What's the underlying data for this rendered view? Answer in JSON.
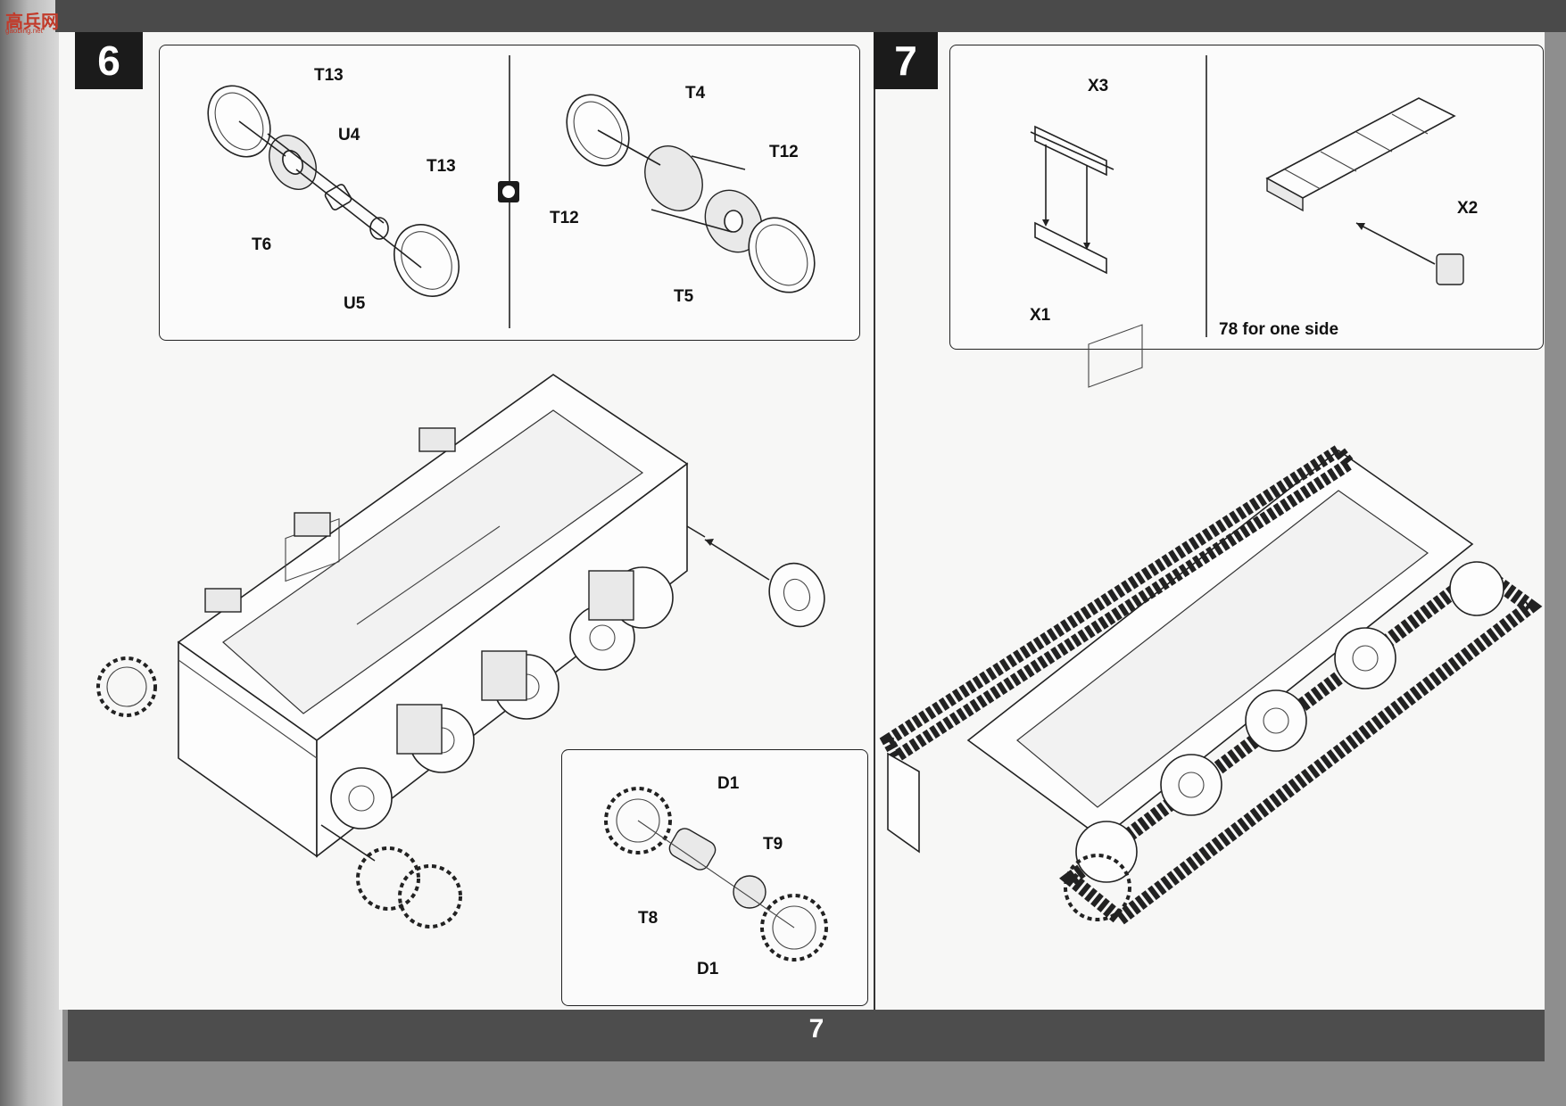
{
  "watermark": {
    "logo_text": "高兵网",
    "logo_sub": "gaobing.net"
  },
  "page_number": "7",
  "steps": [
    {
      "number": "6",
      "top_panel_labels": {
        "t13_a": "T13",
        "u4": "U4",
        "t13_b": "T13",
        "t6": "T6",
        "u5": "U5",
        "t4": "T4",
        "t12_a": "T12",
        "t12_b": "T12",
        "t5": "T5"
      },
      "inset_labels": {
        "d1_a": "D1",
        "t9": "T9",
        "t8": "T8",
        "d1_b": "D1"
      }
    },
    {
      "number": "7",
      "panel_labels": {
        "x3": "X3",
        "x1": "X1",
        "x2": "X2"
      },
      "note": "78 for one side"
    }
  ]
}
